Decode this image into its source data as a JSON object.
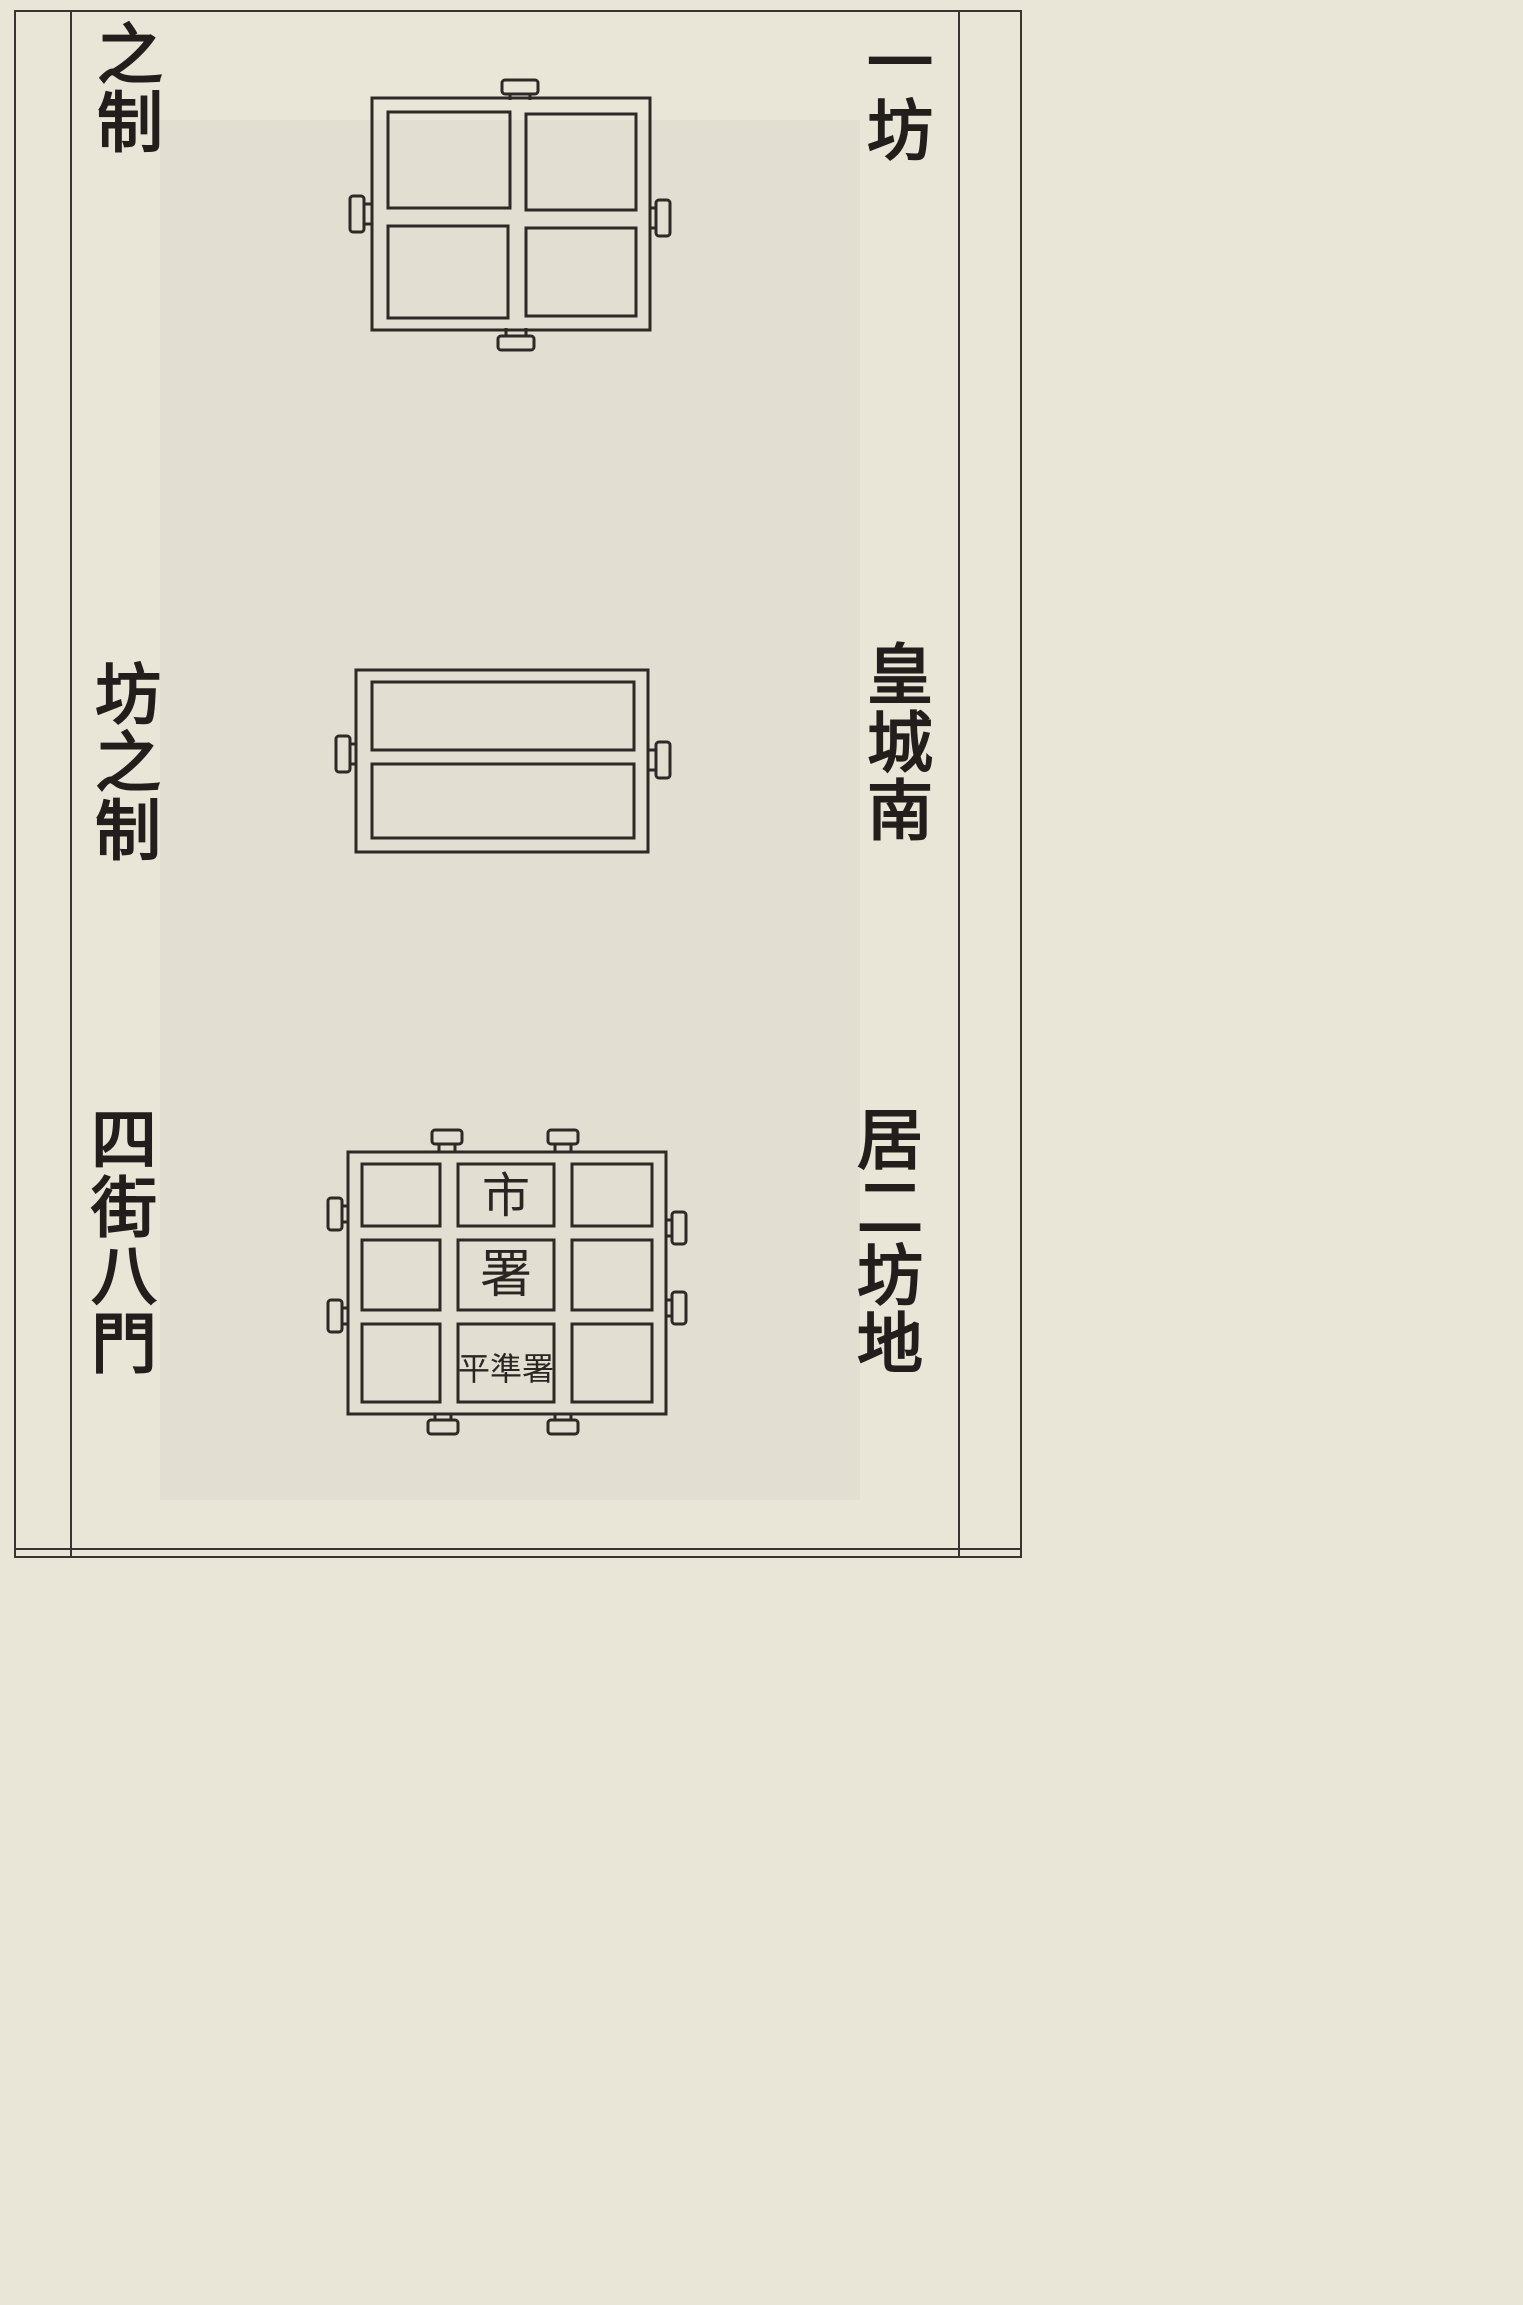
{
  "right_column": {
    "heading": "一坊",
    "line2": "皇城南",
    "line3": "居二坊地"
  },
  "left_column": {
    "text1": "之制",
    "text2": "坊之制",
    "text3": "四街八門"
  },
  "diagrams": {
    "market": {
      "top_label": "市",
      "middle_label": "署",
      "bottom_label": "平準署"
    }
  }
}
